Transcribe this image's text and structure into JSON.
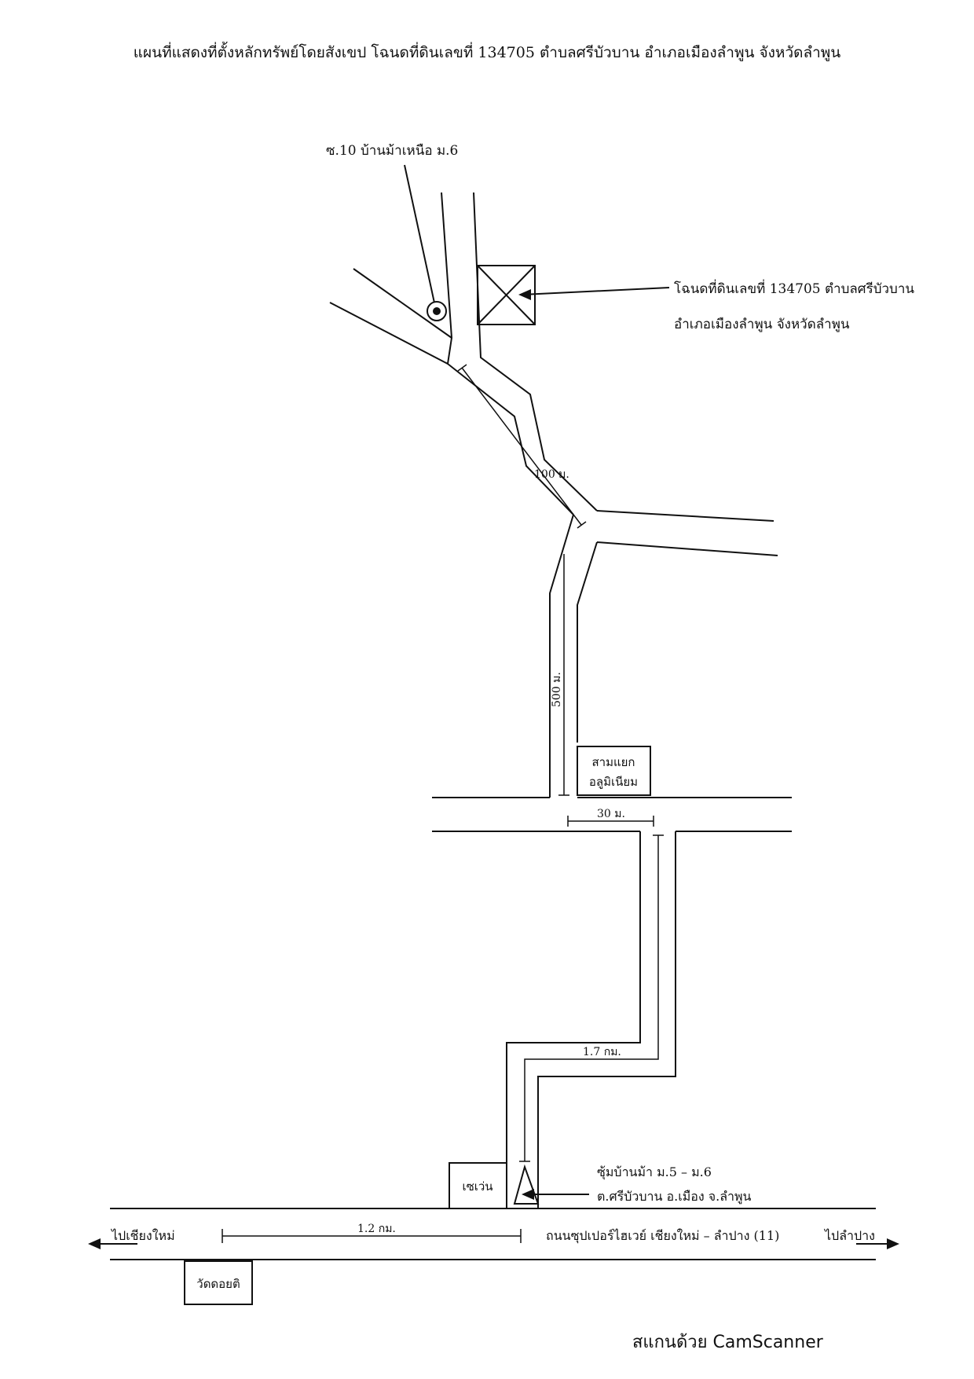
{
  "title": "แผนที่แสดงที่ตั้งหลักทรัพย์โดยสังเขป โฉนดที่ดินเลขที่ 134705 ตำบลศรีบัวบาน อำเภอเมืองลำพูน จังหวัดลำพูน",
  "labels": {
    "village_lane": "ซ.10 บ้านม้าเหนือ ม.6",
    "parcel_line1": "โฉนดที่ดินเลขที่ 134705 ตำบลศรีบัวบาน",
    "parcel_line2": "อำเภอเมืองลำพูน จังหวัดลำพูน",
    "dist_100": "100 ม.",
    "dist_500": "500 ม.",
    "junction_line1": "สามแยก",
    "junction_line2": "อลูมิเนียม",
    "dist_30": "30 ม.",
    "dist_17": "1.7 กม.",
    "arch_line1": "ซุ้มบ้านม้า ม.5 – ม.6",
    "arch_line2": "ต.ศรีบัวบาน อ.เมือง จ.ลำพูน",
    "seven_eleven": "เซเว่น",
    "to_chiangmai": "ไปเชียงใหม่",
    "dist_12": "1.2 กม.",
    "highway": "ถนนซุปเปอร์ไฮเวย์ เชียงใหม่ – ลำปาง (11)",
    "to_lampang": "ไปลำปาง",
    "temple": "วัดดอยติ"
  },
  "footer": "สแกนด้วย CamScanner"
}
